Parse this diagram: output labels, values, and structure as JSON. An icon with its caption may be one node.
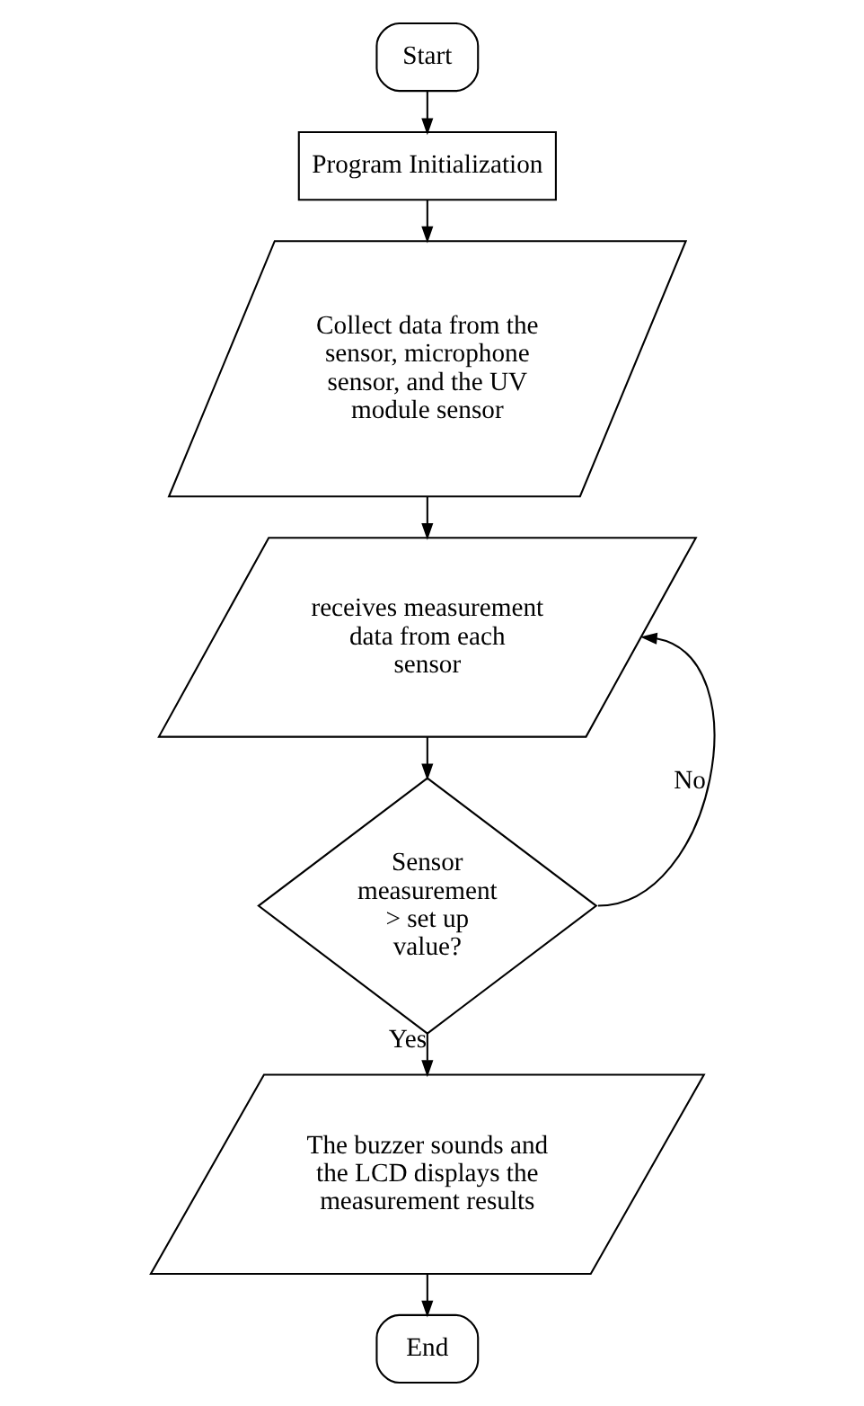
{
  "diagram": {
    "nodes": [
      {
        "text": [
          "Start"
        ]
      },
      {
        "text": [
          "Program Initialization"
        ]
      },
      {
        "text": [
          "Collect data from the sensor, microphone sensor, and the UV module sensor"
        ]
      },
      {
        "text": [
          "receives measurement data from each sensor"
        ]
      },
      {
        "text": [
          "Sensor measurement > set up value?"
        ]
      },
      {
        "text": [
          "The buzzer sounds and the LCD displays the measurement results"
        ]
      },
      {
        "text": [
          "End"
        ]
      }
    ],
    "edges": [
      {
        "from": 0,
        "to": 1,
        "arrow": "to"
      },
      {
        "from": 1,
        "to": 2,
        "arrow": "to"
      },
      {
        "from": 2,
        "to": 3,
        "arrow": "to"
      },
      {
        "from": 3,
        "to": 4,
        "arrow": "to"
      },
      {
        "from": 4,
        "to": 5,
        "arrow": "to",
        "label": "Yes"
      },
      {
        "from": 4,
        "to": 3,
        "arrow": "to",
        "label": "No"
      },
      {
        "from": 5,
        "to": 6,
        "arrow": "to"
      }
    ]
  }
}
